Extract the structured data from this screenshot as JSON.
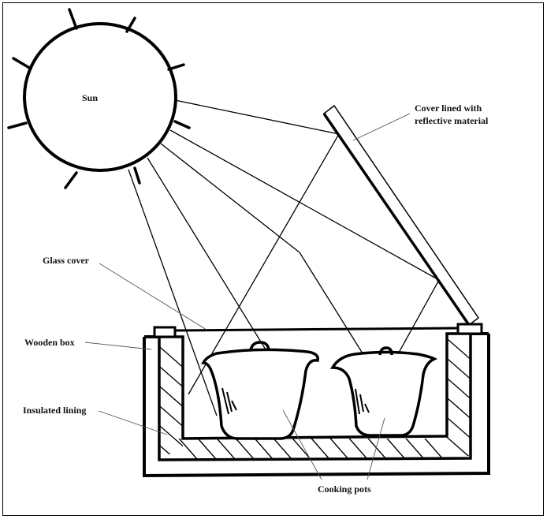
{
  "diagram": {
    "title": "Box solar cooker",
    "labels": {
      "sun": "Sun",
      "reflector_line1": "Cover lined with",
      "reflector_line2": "reflective material",
      "glass_cover": "Glass cover",
      "wooden_box": "Wooden box",
      "insulated_lining": "Insulated lining",
      "cooking_pots": "Cooking pots"
    },
    "colors": {
      "ink": "#000000",
      "background": "#ffffff",
      "leader": "#555555"
    }
  }
}
